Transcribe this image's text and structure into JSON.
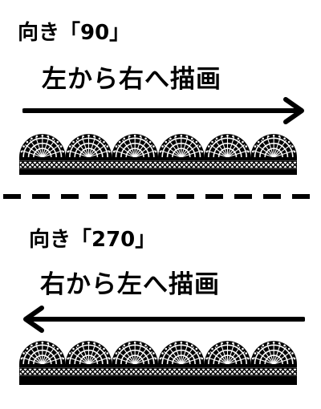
{
  "section_top": {
    "direction_label": "向き「90」",
    "caption": "左から右へ描画",
    "arrow": "right"
  },
  "section_bottom": {
    "direction_label": "向き「270」",
    "caption": "右から左へ描画",
    "arrow": "left"
  },
  "colors": {
    "ink": "#000000",
    "background": "#ffffff"
  },
  "lace": {
    "scallop_count": 6
  }
}
